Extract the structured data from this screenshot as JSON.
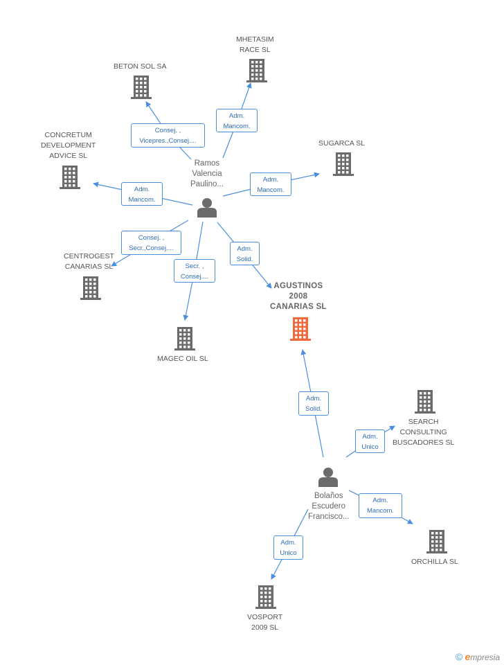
{
  "colors": {
    "edge": "#4a8fdc",
    "node": "#6b6b6b",
    "focus": "#f06a3c"
  },
  "people": [
    {
      "id": "ramos",
      "label": "Ramos\nValencia\nPaulino..."
    },
    {
      "id": "bolanos",
      "label": "Bolaños\nEscudero\nFrancisco..."
    }
  ],
  "companies": [
    {
      "id": "mhetasim",
      "label": "MHETASIM\nRACE SL"
    },
    {
      "id": "beton",
      "label": "BETON SOL SA"
    },
    {
      "id": "concretum",
      "label": "CONCRETUM\nDEVELOPMENT\nADVICE SL"
    },
    {
      "id": "sugarca",
      "label": "SUGARCA SL"
    },
    {
      "id": "centrogest",
      "label": "CENTROGEST\nCANARIAS SL"
    },
    {
      "id": "magec",
      "label": "MAGEC OIL SL"
    },
    {
      "id": "agustinos",
      "label": "AGUSTINOS\n2008\nCANARIAS SL",
      "focus": true
    },
    {
      "id": "search",
      "label": "SEARCH\nCONSULTING\nBUSCADORES SL"
    },
    {
      "id": "orchilla",
      "label": "ORCHILLA SL"
    },
    {
      "id": "vosport",
      "label": "VOSPORT\n2009 SL"
    }
  ],
  "relations": [
    {
      "from": "ramos",
      "to": "mhetasim",
      "label": "Adm.\nMancom."
    },
    {
      "from": "ramos",
      "to": "beton",
      "label": "Consej. ,\nVicepres.,Consej...."
    },
    {
      "from": "ramos",
      "to": "concretum",
      "label": "Adm.\nMancom."
    },
    {
      "from": "ramos",
      "to": "sugarca",
      "label": "Adm.\nMancom."
    },
    {
      "from": "ramos",
      "to": "centrogest",
      "label": "Consej. ,\nSecr.,Consej...."
    },
    {
      "from": "ramos",
      "to": "magec",
      "label": "Secr. ,\nConsej...."
    },
    {
      "from": "ramos",
      "to": "agustinos",
      "label": "Adm.\nSolid."
    },
    {
      "from": "bolanos",
      "to": "agustinos",
      "label": "Adm.\nSolid."
    },
    {
      "from": "bolanos",
      "to": "search",
      "label": "Adm.\nUnico"
    },
    {
      "from": "bolanos",
      "to": "orchilla",
      "label": "Adm.\nMancom."
    },
    {
      "from": "bolanos",
      "to": "vosport",
      "label": "Adm.\nUnico"
    }
  ],
  "brand": {
    "copyright": "©",
    "initial": "e",
    "rest": "mpresia"
  }
}
